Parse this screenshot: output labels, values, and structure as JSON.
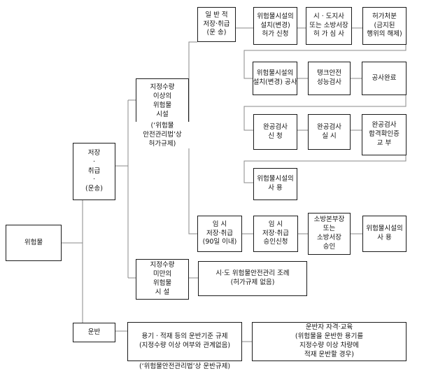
{
  "root": {
    "label": "위험물"
  },
  "branch_storage": {
    "lines": [
      "저장",
      "·",
      "취급",
      "·",
      "(운송)"
    ]
  },
  "branch_transport": {
    "label": "운반"
  },
  "above_qty": {
    "lines": [
      "지정수량",
      "이상의",
      "위험물",
      "시설"
    ],
    "law_note": [
      "(‘위험물",
      "안전관리법’상",
      "허가규제)"
    ]
  },
  "below_qty": {
    "lines": [
      "지정수량",
      "미만의",
      "위험물",
      "시  설"
    ]
  },
  "regular": {
    "start": {
      "lines": [
        "일  반  적",
        "저장·취급",
        "(운      송)"
      ]
    },
    "apply": {
      "lines": [
        "위험물시설의",
        "설치(변경)",
        "허가 신청"
      ]
    },
    "review": {
      "lines": [
        "시 · 도지사",
        "또는 소방서장",
        "허 가 심 사"
      ]
    },
    "permit": {
      "lines": [
        "허가처분",
        "(금지된",
        "행위의 해제)"
      ]
    }
  },
  "construction": {
    "work": {
      "lines": [
        "위험물시설의",
        "설치(변경) 공사"
      ]
    },
    "tank": {
      "lines": [
        "탱크안전",
        "성능검사"
      ]
    },
    "done": {
      "lines": [
        "공사완료"
      ]
    }
  },
  "inspection": {
    "apply": {
      "lines": [
        "완공검사",
        "신       청"
      ]
    },
    "run": {
      "lines": [
        "완공검사",
        "실       시"
      ]
    },
    "cert": {
      "lines": [
        "완공검사",
        "합격확인증",
        "교      부"
      ]
    }
  },
  "use": {
    "lines": [
      "위험물시설의",
      "사       용"
    ]
  },
  "temporary": {
    "start": {
      "lines": [
        "임       시",
        "저장·취급",
        "(90일 이내)"
      ]
    },
    "apply": {
      "lines": [
        "임       시",
        "저장·취급",
        "승인신청"
      ]
    },
    "approve": {
      "lines": [
        "소방본부장",
        "또는",
        "소방서장",
        "승인"
      ]
    },
    "use": {
      "lines": [
        "위험물시설의",
        "사       용"
      ]
    }
  },
  "local_ordinance": {
    "lines": [
      "시·도 위험물안전관리 조례",
      "(허가규제 없음)"
    ]
  },
  "transport": {
    "rule": {
      "lines": [
        "용기 · 적재 등의 운반기준 규제",
        "(지정수량 이상 여부와 관계없음)"
      ]
    },
    "rule_note": "(‘위험물안전관리법’상 운반규제)",
    "driver": {
      "lines": [
        "운반자 자격·교육",
        "(위험물을 운반한 용기를",
        "지정수량 이상 차량에",
        "적재 운반할 경우)"
      ]
    }
  }
}
